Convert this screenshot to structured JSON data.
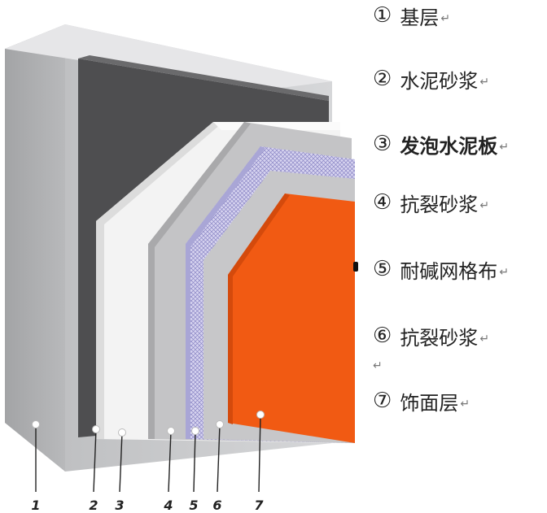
{
  "legend": [
    {
      "num": "①",
      "text": "基层",
      "bold": false
    },
    {
      "num": "②",
      "text": "水泥砂浆",
      "bold": false
    },
    {
      "num": "③",
      "text": "发泡水泥板",
      "bold": true
    },
    {
      "num": "④",
      "text": "抗裂砂浆",
      "bold": false
    },
    {
      "num": "⑤",
      "text": "耐碱网格布",
      "bold": false
    },
    {
      "num": "⑥",
      "text": "抗裂砂浆",
      "bold": false
    },
    {
      "num": "⑦",
      "text": "饰面层",
      "bold": false
    }
  ],
  "return_mark": "↵",
  "layer_numbers": [
    "1",
    "2",
    "3",
    "4",
    "5",
    "6",
    "7"
  ],
  "colors": {
    "base": "#d8d8da",
    "mortar": "#4d4d4f",
    "foam_board": "#f5f5f5",
    "crack_mortar": "#c9c9cb",
    "mesh": "#c8c4e8",
    "finish": "#f05a14"
  }
}
